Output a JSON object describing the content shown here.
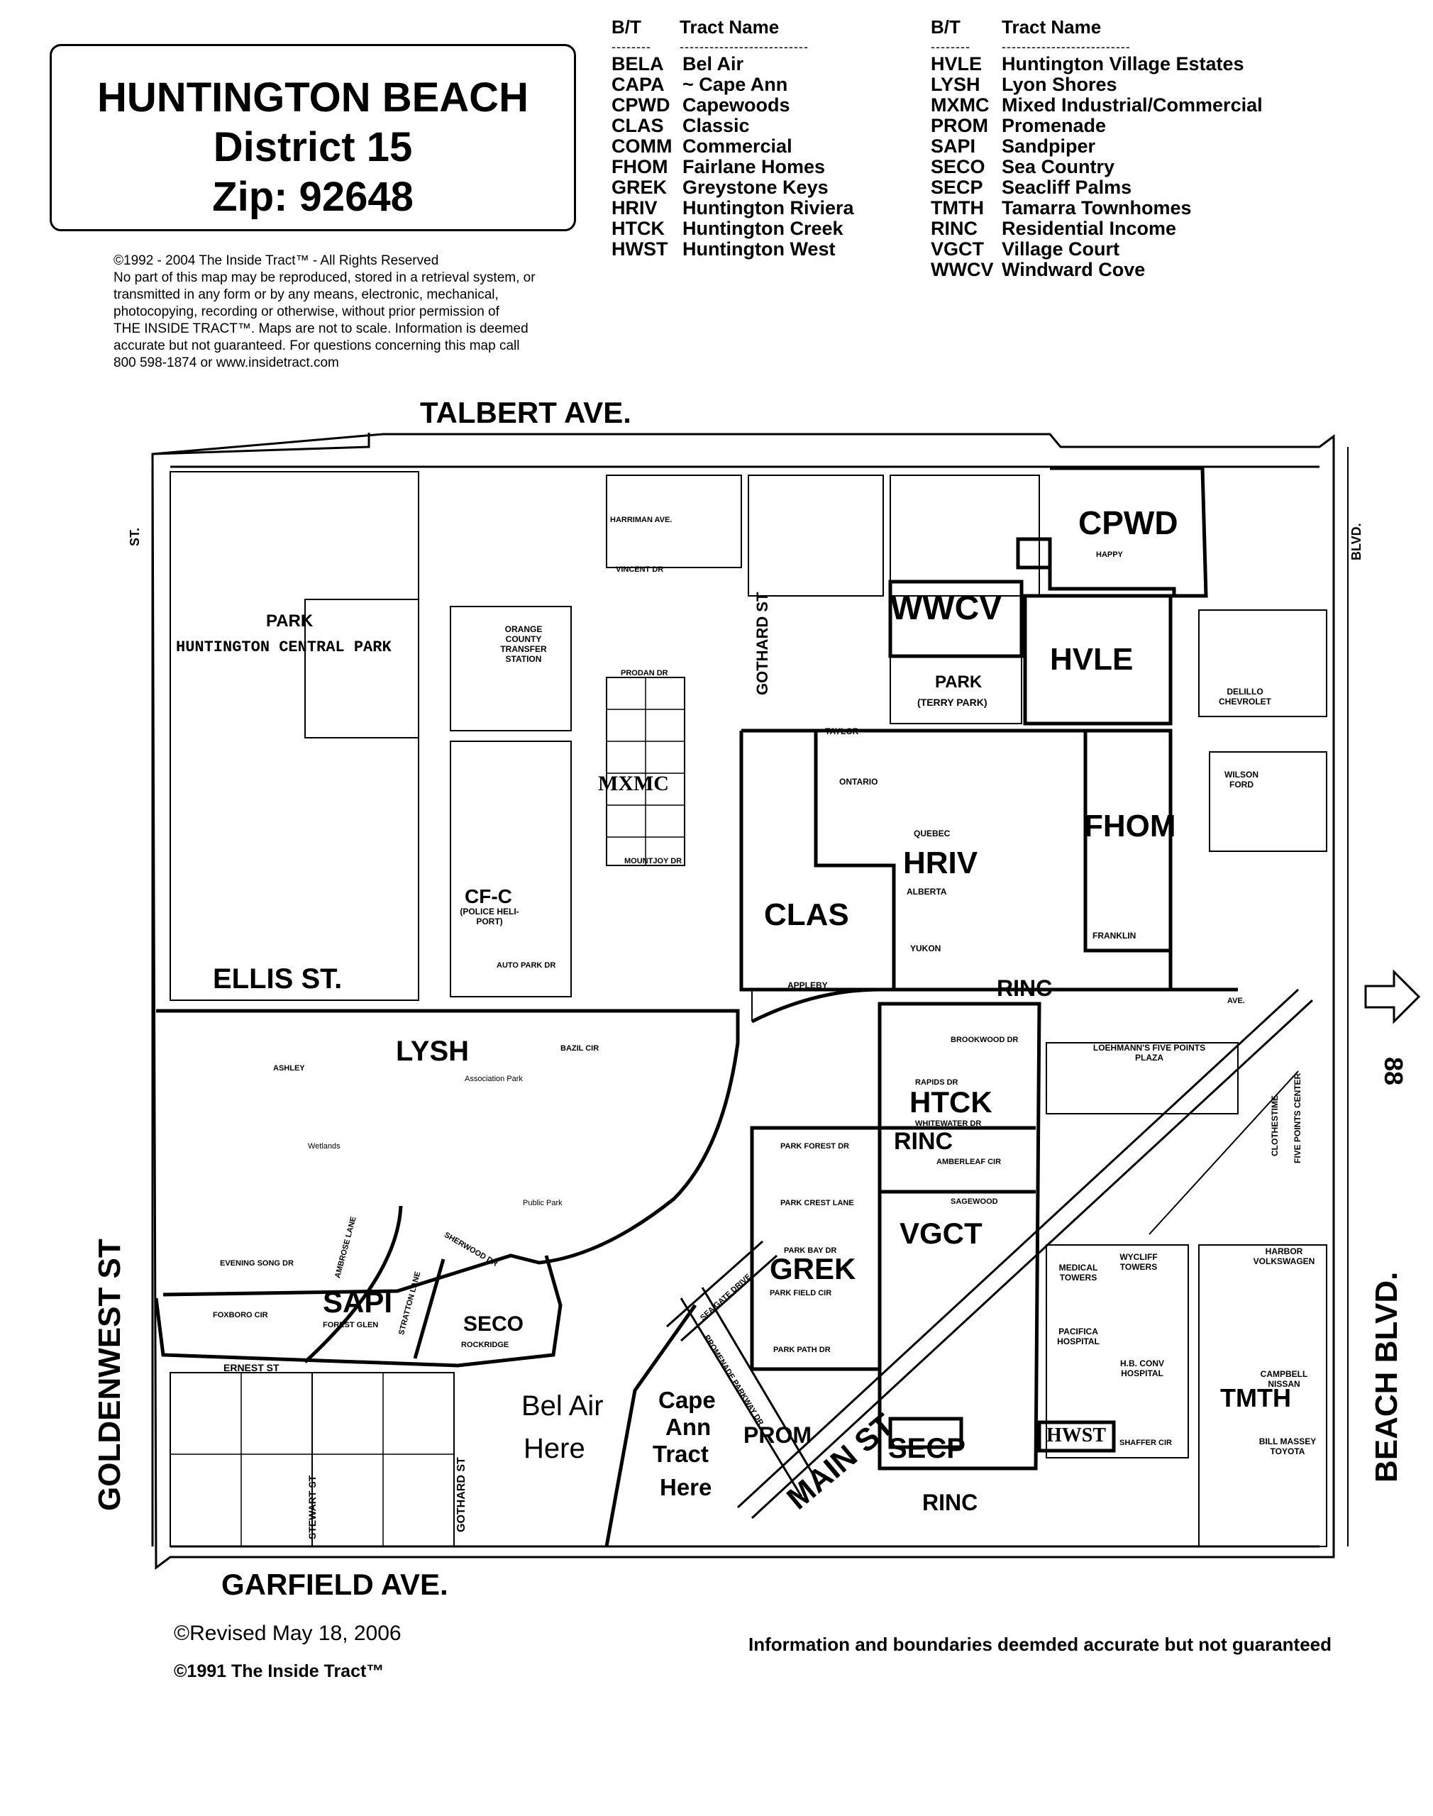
{
  "title": {
    "line1": "HUNTINGTON  BEACH",
    "line2": "District 15",
    "line3": "Zip: 92648"
  },
  "copyright": [
    "©1992 - 2004 The Inside Tract™ - All Rights Reserved",
    "No part of this map may be reproduced, stored in a retrieval system, or",
    "transmitted in any form or by any means, electronic, mechanical,",
    "photocopying, recording or otherwise, without prior permission of",
    "THE INSIDE TRACT™. Maps are not to scale. Information is deemed",
    "accurate but not guaranteed. For questions concerning this map call",
    "800 598-1874 or www.insidetract.com"
  ],
  "legend": {
    "col_bt": "B/T",
    "col_name": "Tract Name",
    "dash_bt": "--------",
    "dash_name": "--------------------------",
    "left": [
      {
        "code": "BELA",
        "name": "Bel Air"
      },
      {
        "code": "CAPA",
        "name": "~  Cape Ann"
      },
      {
        "code": "CPWD",
        "name": "Capewoods"
      },
      {
        "code": "CLAS",
        "name": "Classic"
      },
      {
        "code": "COMM",
        "name": "Commercial"
      },
      {
        "code": "FHOM",
        "name": "Fairlane Homes"
      },
      {
        "code": "GREK",
        "name": "Greystone Keys"
      },
      {
        "code": "HRIV",
        "name": "Huntington Riviera"
      },
      {
        "code": "HTCK",
        "name": "Huntington Creek"
      },
      {
        "code": "HWST",
        "name": "Huntington West"
      }
    ],
    "right": [
      {
        "code": "HVLE",
        "name": "Huntington Village Estates"
      },
      {
        "code": "LYSH",
        "name": "Lyon Shores"
      },
      {
        "code": "MXMC",
        "name": "Mixed Industrial/Commercial"
      },
      {
        "code": "PROM",
        "name": "Promenade"
      },
      {
        "code": "SAPI",
        "name": "Sandpiper"
      },
      {
        "code": "SECO",
        "name": "Sea Country"
      },
      {
        "code": "SECP",
        "name": "Seacliff Palms"
      },
      {
        "code": "TMTH",
        "name": "Tamarra Townhomes"
      },
      {
        "code": "RINC",
        "name": "Residential Income"
      },
      {
        "code": "VGCT",
        "name": "Village Court"
      },
      {
        "code": "WWCV",
        "name": "Windward Cove"
      }
    ]
  },
  "streets": {
    "talbert": "TALBERT AVE.",
    "garfield": "GARFIELD AVE.",
    "ellis": "ELLIS ST.",
    "goldenwest": "GOLDENWEST ST",
    "beach": "BEACH BLVD.",
    "main": "MAIN ST",
    "gothard_top": "GOTHARD ST",
    "gothard_bottom": "GOTHARD ST",
    "st_left": "ST.",
    "blvd_right": "BLVD.",
    "route_88": "88",
    "stewart": "STEWART ST",
    "ernest": "ERNEST ST"
  },
  "tracts": {
    "cpwd": "CPWD",
    "wwcv": "WWCV",
    "hvle": "HVLE",
    "mxmc": "MXMC",
    "fhom": "FHOM",
    "hriv": "HRIV",
    "clas": "CLAS",
    "rinc1": "RINC",
    "rinc2": "RINC",
    "rinc3": "RINC",
    "lysh": "LYSH",
    "htck": "HTCK",
    "greK": "GREK",
    "vgct": "VGCT",
    "sapi": "SAPI",
    "seco": "SECO",
    "prom": "PROM",
    "secp": "SECP",
    "hwst": "HWST",
    "tmth": "TMTH",
    "cfc": "CF-C"
  },
  "places": {
    "park": "PARK",
    "central_park": "HUNTINGTON CENTRAL PARK",
    "park2": "PARK",
    "terry_park": "(TERRY PARK)",
    "orange_county": "ORANGE COUNTY TRANSFER STATION",
    "police": "(POLICE HELI-PORT)",
    "bel_air_1": "Bel Air",
    "bel_air_2": "Here",
    "cape_1": "Cape",
    "cape_2": "Ann",
    "cape_3": "Tract",
    "cape_4": "Here",
    "delillo": "DELILLO CHEVROLET",
    "wilson": "WILSON FORD",
    "loehmanns": "LOEHMANN'S FIVE POINTS PLAZA",
    "medical": "MEDICAL TOWERS",
    "wycliff": "WYCLIFF TOWERS",
    "pacifica": "PACIFICA HOSPITAL",
    "hb_conv": "H.B. CONV HOSPITAL",
    "campbell": "CAMPBELL NISSAN",
    "bill_massey": "BILL MASSEY TOYOTA",
    "clothestime": "CLOTHESTIME",
    "five_points": "FIVE POINTS CENTER",
    "harbor_vw": "HARBOR VOLKSWAGEN",
    "assoc_park": "Association Park",
    "wetlands": "Wetlands",
    "public_park": "Public Park"
  },
  "small_streets": {
    "harriman": "HARRIMAN AVE.",
    "vincent": "VINCENT DR",
    "prodan": "PRODAN DR",
    "mountjoy": "MOUNTJOY DR",
    "auto_park": "AUTO PARK DR",
    "taylor": "TAYLOR",
    "ontario": "ONTARIO",
    "quebec": "QUEBEC",
    "alberta": "ALBERTA",
    "yukon": "YUKON",
    "appleby": "APPLEBY",
    "franklin": "FRANKLIN",
    "happy": "HAPPY",
    "ave": "AVE.",
    "brookwood": "BROOKWOOD DR",
    "rapids": "RAPIDS DR",
    "whitewater": "WHITEWATER DR",
    "amberleaf": "AMBERLEAF CIR",
    "sagewood": "SAGEWOOD",
    "park_forest": "PARK FOREST DR",
    "park_crest": "PARK CREST LANE",
    "park_bay": "PARK BAY DR",
    "park_field": "PARK FIELD CIR",
    "park_path": "PARK PATH DR",
    "ashley": "ASHLEY",
    "bazil": "BAZIL CIR",
    "evening_song": "EVENING SONG DR",
    "foxboro": "FOXBORO CIR",
    "forest_glen": "FOREST GLEN",
    "ambrose": "AMBROSE LANE",
    "stratton": "STRATTON LANE",
    "sherwood": "SHERWOOD DR",
    "rockridge": "ROCKRIDGE",
    "shaffer": "SHAFFER CIR",
    "promenade": "PROMENADE PARKWAY DR",
    "sea_gate": "SEA GATE DRIVE"
  },
  "footer": {
    "revised": "©Revised May 18, 2006",
    "copy": "©1991 The Inside Tract™",
    "disclaimer": "Information and boundaries deemded accurate but not guaranteed"
  }
}
